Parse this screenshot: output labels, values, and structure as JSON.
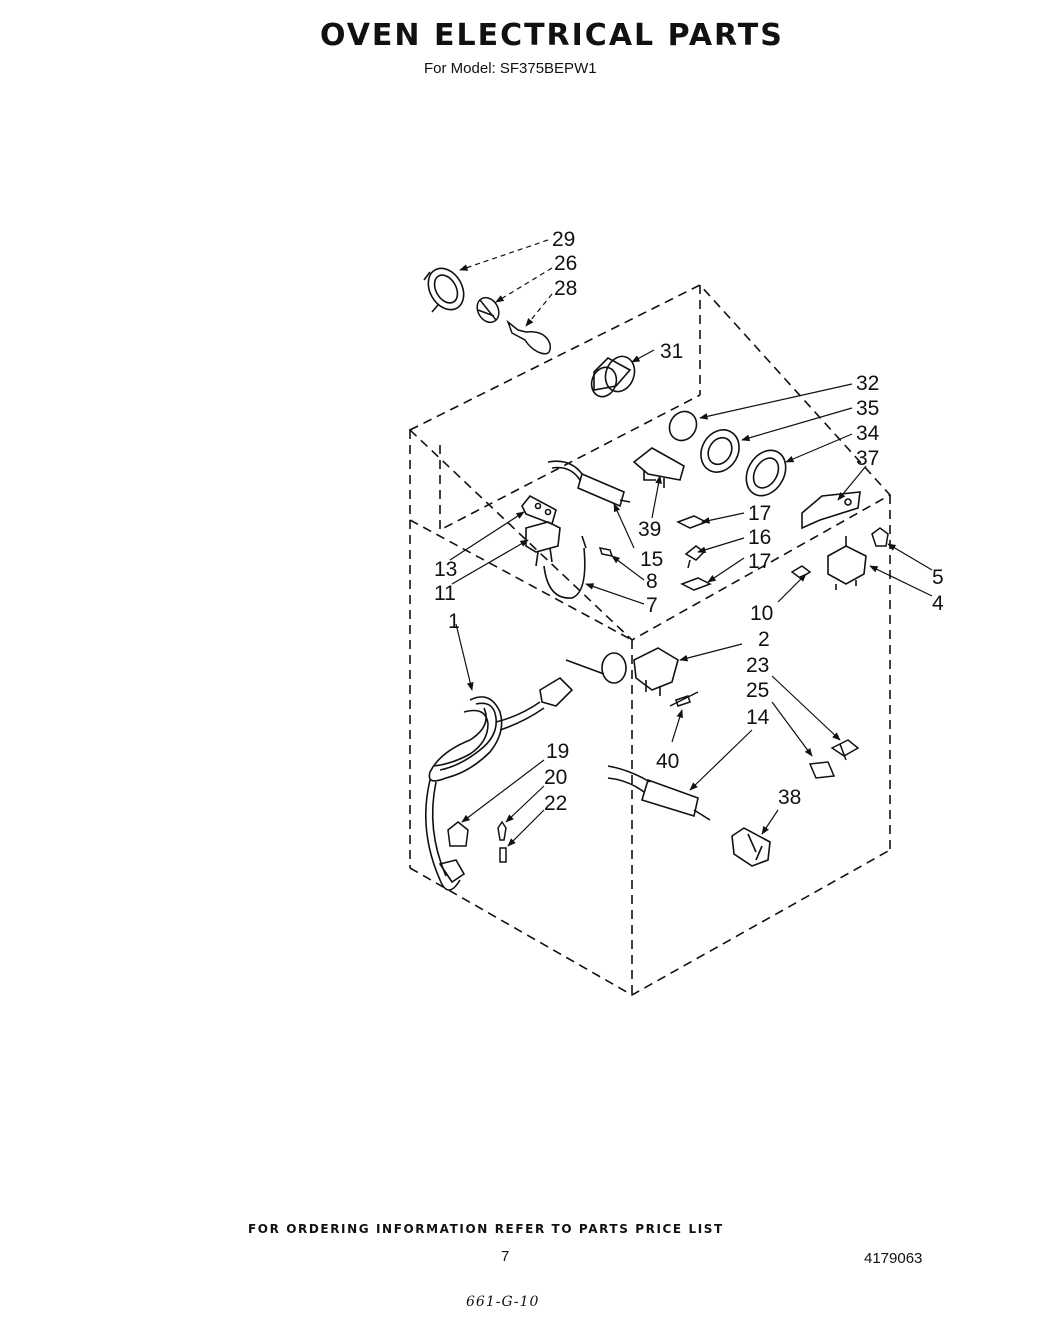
{
  "header": {
    "title": "OVEN ELECTRICAL PARTS",
    "model": "For Model: SF375BEPW1"
  },
  "footer": {
    "ordering_note": "FOR ORDERING INFORMATION REFER TO PARTS PRICE LIST",
    "page_number": "7",
    "document_number": "4179063",
    "handwritten_note": "661-G-10"
  },
  "callouts": [
    {
      "id": "c29",
      "label": "29"
    },
    {
      "id": "c26",
      "label": "26"
    },
    {
      "id": "c28",
      "label": "28"
    },
    {
      "id": "c31",
      "label": "31"
    },
    {
      "id": "c32",
      "label": "32"
    },
    {
      "id": "c35",
      "label": "35"
    },
    {
      "id": "c34",
      "label": "34"
    },
    {
      "id": "c37",
      "label": "37"
    },
    {
      "id": "c17a",
      "label": "17"
    },
    {
      "id": "c16",
      "label": "16"
    },
    {
      "id": "c17b",
      "label": "17"
    },
    {
      "id": "c39",
      "label": "39"
    },
    {
      "id": "c15",
      "label": "15"
    },
    {
      "id": "c13",
      "label": "13"
    },
    {
      "id": "c11",
      "label": "11"
    },
    {
      "id": "c8",
      "label": "8"
    },
    {
      "id": "c7",
      "label": "7"
    },
    {
      "id": "c5",
      "label": "5"
    },
    {
      "id": "c4",
      "label": "4"
    },
    {
      "id": "c10",
      "label": "10"
    },
    {
      "id": "c1",
      "label": "1"
    },
    {
      "id": "c2",
      "label": "2"
    },
    {
      "id": "c23",
      "label": "23"
    },
    {
      "id": "c25",
      "label": "25"
    },
    {
      "id": "c14",
      "label": "14"
    },
    {
      "id": "c40",
      "label": "40"
    },
    {
      "id": "c19",
      "label": "19"
    },
    {
      "id": "c20",
      "label": "20"
    },
    {
      "id": "c22",
      "label": "22"
    },
    {
      "id": "c38",
      "label": "38"
    }
  ]
}
